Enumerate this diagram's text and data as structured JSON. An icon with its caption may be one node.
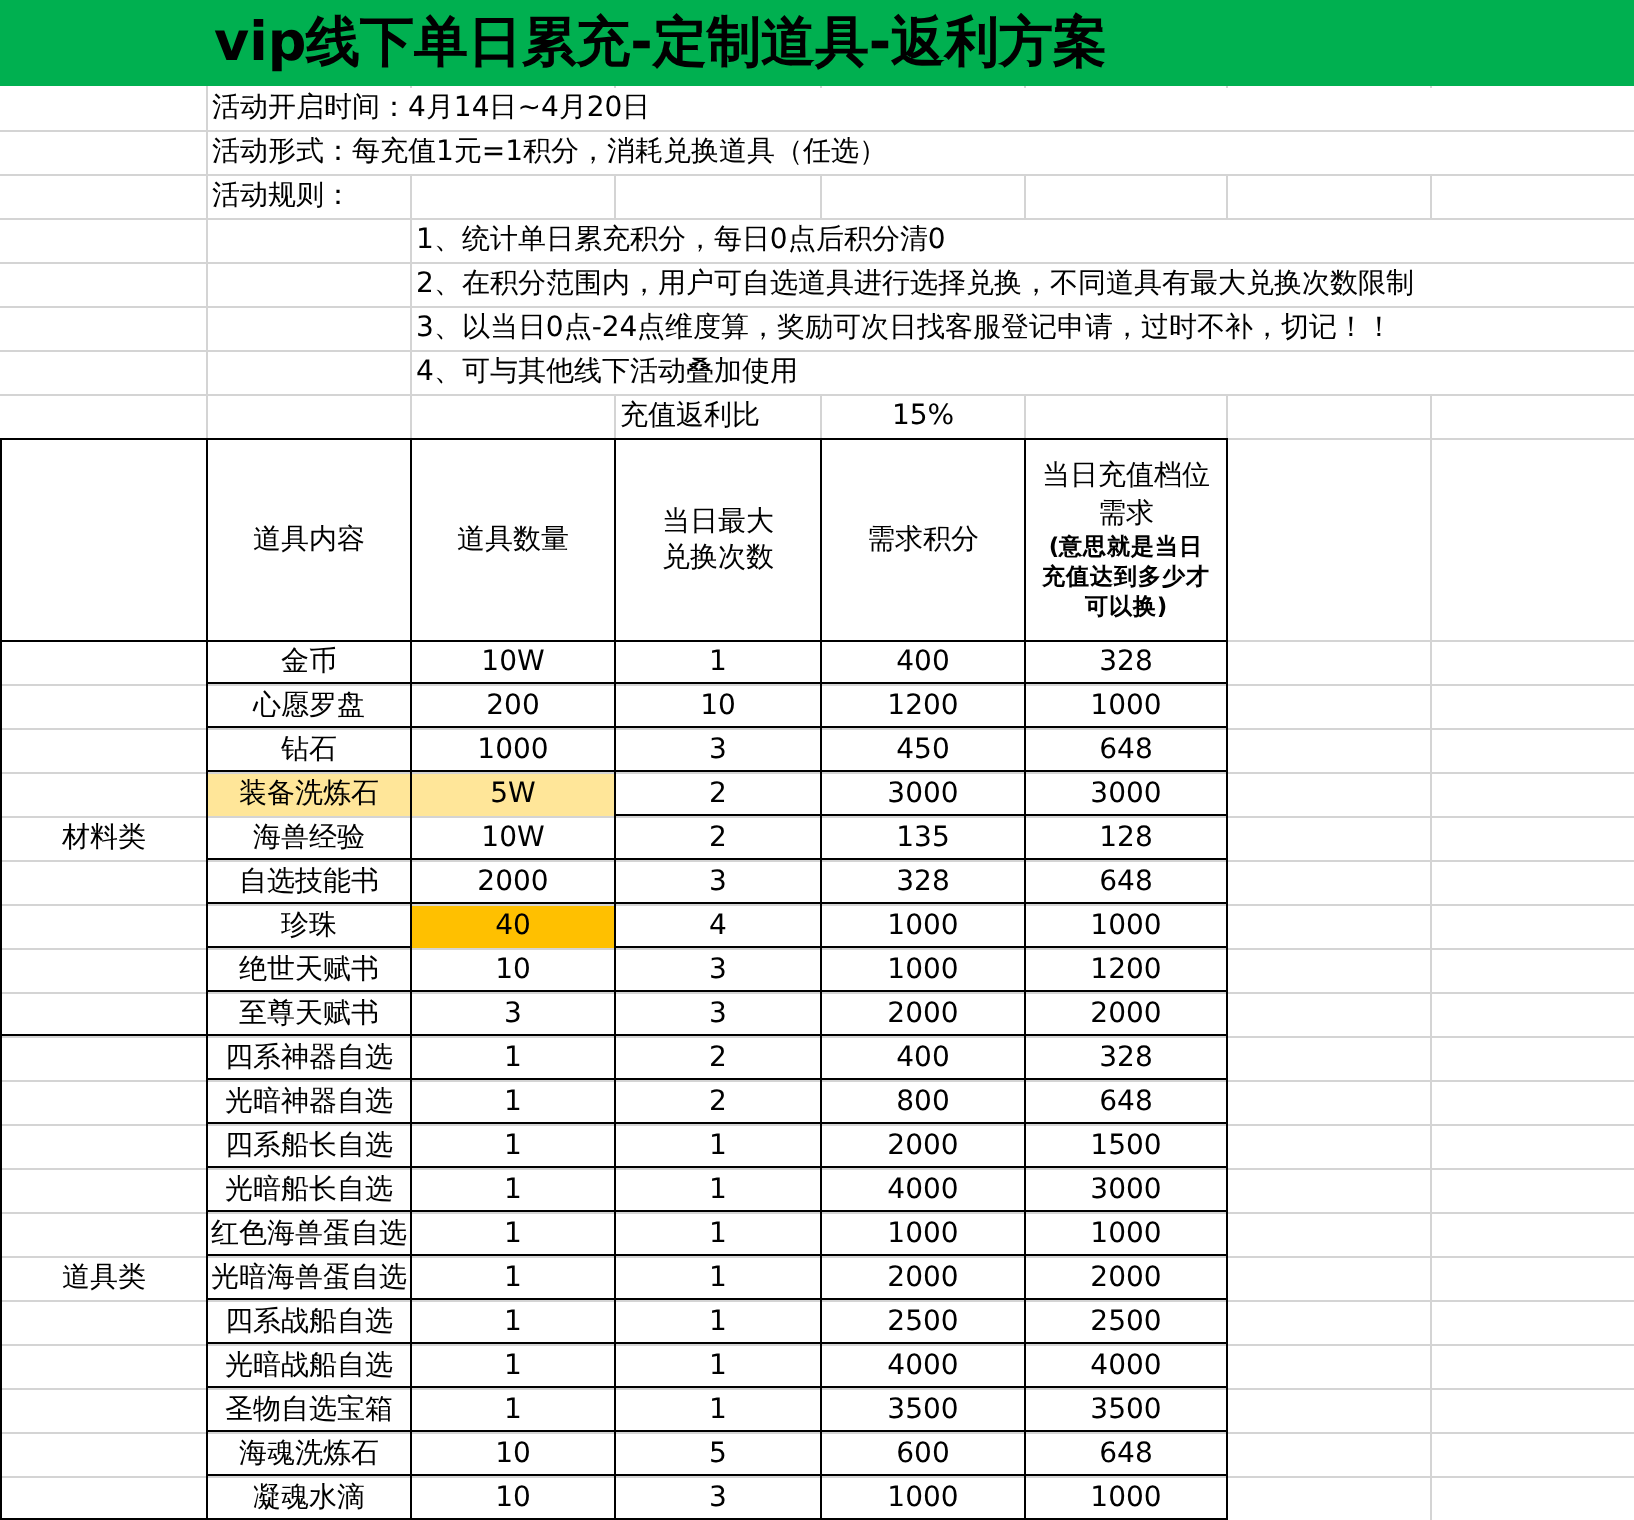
{
  "diagram": {
    "title": "vip线下单日累充-定制道具-返利方案",
    "labels": [
      "活动开启时间：4月14日~4月20日",
      "活动形式：每充值1元=1积分，消耗兑换道具（任选）",
      "活动规则：",
      "1、统计单日累充积分，每日0点后积分清0",
      "2、在积分范围内，用户可自选道具进行选择兑换，不同道具有最大兑换次数限制",
      "3、以当日0点-24点维度算，奖励可次日找客服登记申请，过时不补，切记！！",
      "4、可与其他线下活动叠加使用",
      "充值返利比",
      "15%",
      "道具内容",
      "道具数量",
      "当日最大兑换次数",
      "需求积分",
      "当日充值档位需求**(意思就是当日充值达到多少才可以换)**",
      "材料类",
      "金币",
      "10W",
      "1",
      "400",
      "328",
      "心愿罗盘",
      "200",
      "10",
      "1200",
      "1000",
      "钻石",
      "1000",
      "3",
      "450",
      "648",
      "装备洗炼石",
      "5W",
      "2",
      "3000",
      "3000",
      "海兽经验",
      "10W",
      "2",
      "135",
      "128",
      "自选技能书",
      "2000",
      "3",
      "328",
      "648",
      "珍珠",
      "40",
      "4",
      "1000",
      "1000",
      "绝世天赋书",
      "10",
      "3",
      "1000",
      "1200",
      "至尊天赋书",
      "3",
      "3",
      "2000",
      "2000",
      "道具类",
      "四系神器自选",
      "1",
      "2",
      "400",
      "328",
      "光暗神器自选",
      "1",
      "2",
      "800",
      "648",
      "四系船长自选",
      "1",
      "1",
      "2000",
      "1500",
      "光暗船长自选",
      "1",
      "1",
      "4000",
      "3000",
      "红色海兽蛋自选",
      "1",
      "1",
      "1000",
      "1000",
      "光暗海兽蛋自选",
      "1",
      "1",
      "2000",
      "2000",
      "四系战船自选",
      "1",
      "1",
      "2500",
      "2500",
      "光暗战船自选",
      "1",
      "1",
      "4000",
      "4000",
      "圣物自选宝箱",
      "1",
      "1",
      "3500",
      "3500",
      "海魂洗炼石",
      "10",
      "5",
      "600",
      "648",
      "凝魂水滴",
      "10",
      "3",
      "1000",
      "1000"
    ]
  }
}
